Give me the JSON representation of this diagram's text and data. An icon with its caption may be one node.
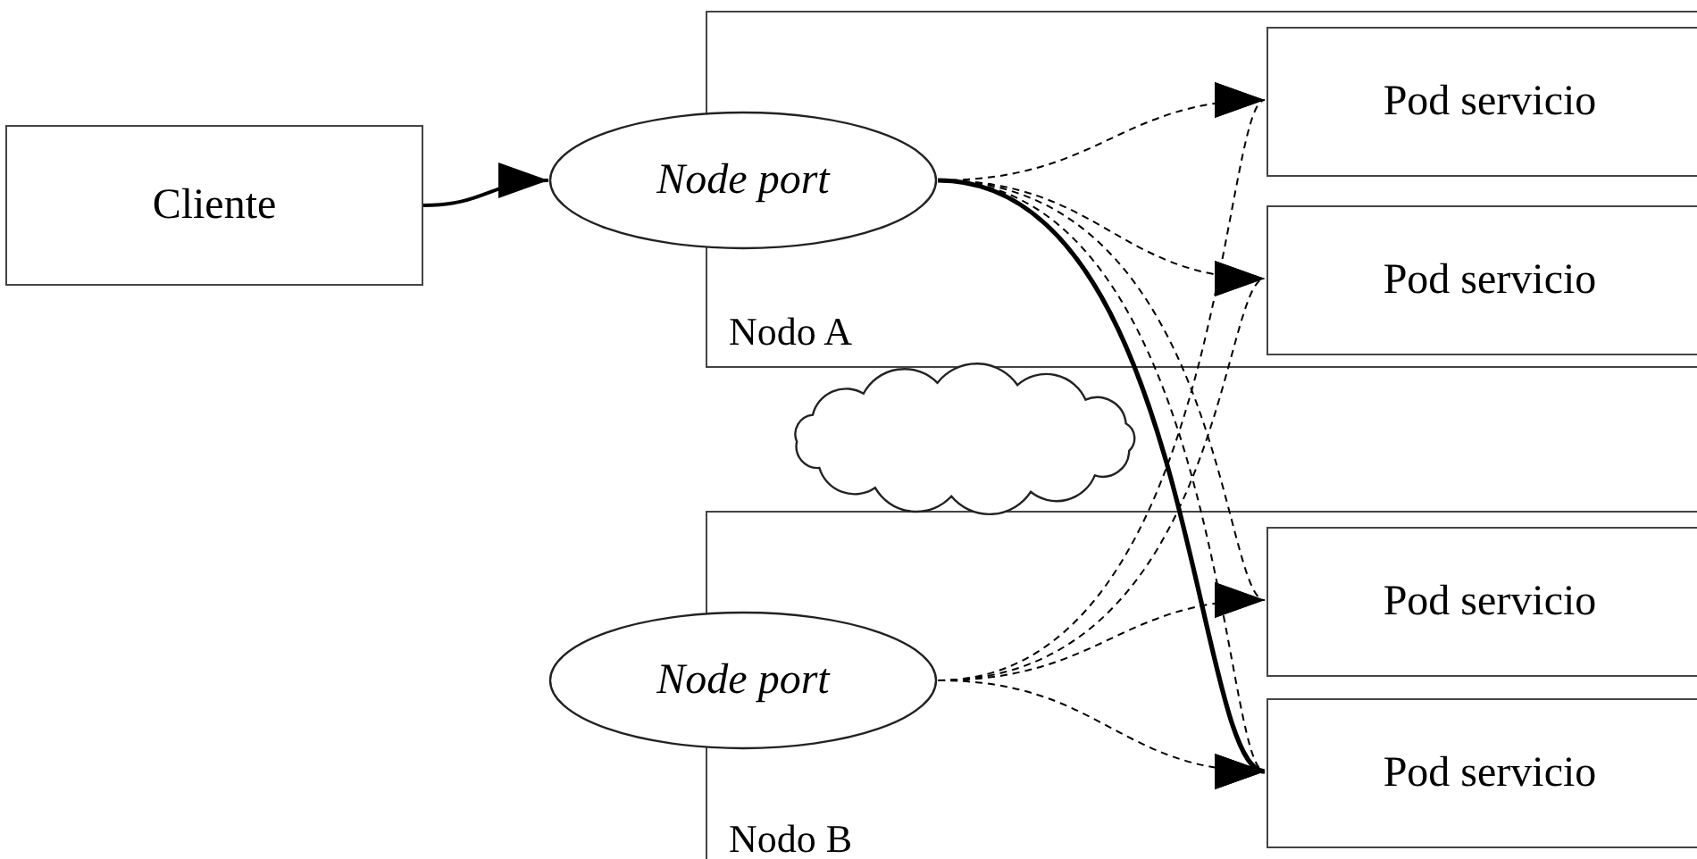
{
  "diagram": {
    "nodes": [
      {
        "text": [
          "Cliente"
        ]
      },
      {
        "text": [
          "Nodo A"
        ]
      },
      {
        "text": [
          "Node port"
        ]
      },
      {
        "text": [
          "Pod servicio"
        ],
        "in": 1
      },
      {
        "text": [
          "Pod servicio"
        ],
        "in": 1
      },
      {
        "text": [],
        "shape": "cloud"
      },
      {
        "text": [
          "Nodo B"
        ]
      },
      {
        "text": [
          "Node port"
        ]
      },
      {
        "text": [
          "Pod servicio"
        ],
        "in": 6
      },
      {
        "text": [
          "Pod servicio"
        ],
        "in": 6
      }
    ],
    "edges": [
      {
        "from": 0,
        "to": 2,
        "arrow": "to"
      },
      {
        "from": 2,
        "to": 3,
        "arrow": "to",
        "style": "dashed"
      },
      {
        "from": 2,
        "to": 4,
        "arrow": "to",
        "style": "dashed"
      },
      {
        "from": 2,
        "to": 8,
        "arrow": "to",
        "style": "dashed"
      },
      {
        "from": 2,
        "to": 9,
        "arrow": "to",
        "style": "dashed"
      },
      {
        "from": 2,
        "to": 9,
        "arrow": "to",
        "style": "thick"
      },
      {
        "from": 7,
        "to": 3,
        "arrow": "to",
        "style": "dashed"
      },
      {
        "from": 7,
        "to": 4,
        "arrow": "to",
        "style": "dashed"
      },
      {
        "from": 7,
        "to": 8,
        "arrow": "to",
        "style": "dashed"
      },
      {
        "from": 7,
        "to": 9,
        "arrow": "to",
        "style": "dashed"
      }
    ]
  }
}
